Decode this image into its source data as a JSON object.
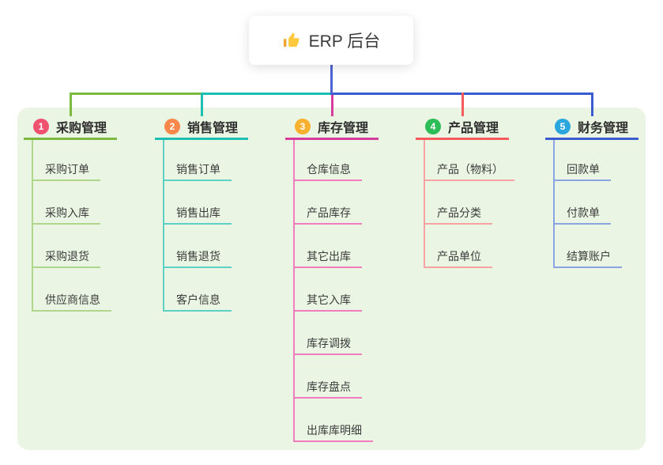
{
  "root": {
    "label": "ERP 后台",
    "icon": "thumbs-up"
  },
  "branches": [
    {
      "index": "1",
      "title": "采购管理",
      "badge_color": "#F0516E",
      "line_color": "#7CBA3F",
      "child_line_color": "#AFD68A",
      "children": [
        "采购订单",
        "采购入库",
        "采购退货",
        "供应商信息"
      ]
    },
    {
      "index": "2",
      "title": "销售管理",
      "badge_color": "#F8874B",
      "line_color": "#1CBFB2",
      "child_line_color": "#5ED0C4",
      "children": [
        "销售订单",
        "销售出库",
        "销售退货",
        "客户信息"
      ]
    },
    {
      "index": "3",
      "title": "库存管理",
      "badge_color": "#F7B12F",
      "line_color": "#D63C9E",
      "child_line_color": "#F07CBE",
      "children": [
        "仓库信息",
        "产品库存",
        "其它出库",
        "其它入库",
        "库存调拨",
        "库存盘点",
        "出库库明细"
      ]
    },
    {
      "index": "4",
      "title": "产品管理",
      "badge_color": "#2DBD56",
      "line_color": "#F65B5B",
      "child_line_color": "#F8A2A2",
      "children": [
        "产品（物料）",
        "产品分类",
        "产品单位"
      ]
    },
    {
      "index": "5",
      "title": "财务管理",
      "badge_color": "#2BA7DE",
      "line_color": "#3B5BD1",
      "child_line_color": "#8CA3E2",
      "children": [
        "回款单",
        "付款单",
        "结算账户"
      ]
    }
  ],
  "colors": {
    "panel_bg": "#EAF6E3",
    "root_connector": "#4F63D2",
    "text": "#3A3A3A"
  }
}
